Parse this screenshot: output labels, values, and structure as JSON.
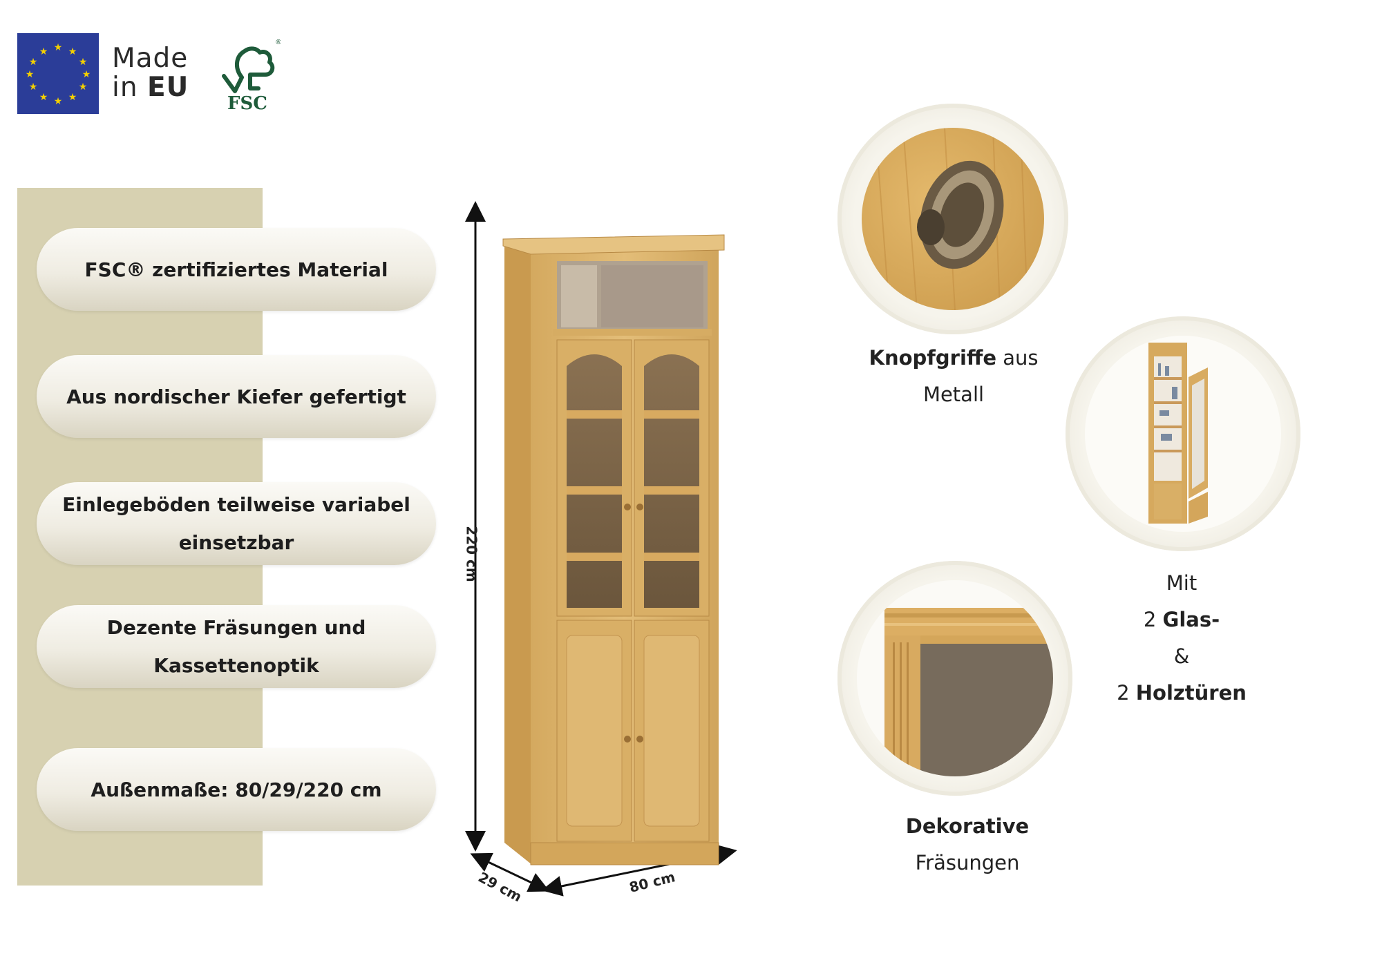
{
  "header": {
    "made_in_line1": "Made",
    "made_in_prefix": "in",
    "made_in_region": "EU",
    "fsc_logo_text": "FSC",
    "fsc_reg_mark": "®"
  },
  "features": [
    {
      "lines": [
        "FSC® zertifiziertes Material"
      ]
    },
    {
      "lines": [
        "Aus nordischer Kiefer gefertigt"
      ]
    },
    {
      "lines": [
        "Einlegeböden teilweise variabel",
        "einsetzbar"
      ]
    },
    {
      "lines": [
        "Dezente Fräsungen und",
        "Kassettenoptik"
      ]
    },
    {
      "lines": [
        "Außenmaße: 80/29/220 cm"
      ]
    }
  ],
  "dimensions": {
    "height": "220 cm",
    "depth": "29 cm",
    "width": "80 cm"
  },
  "details": {
    "knob": {
      "bold": "Knopfgriffe",
      "rest": "aus",
      "line2": "Metall"
    },
    "doors": {
      "line1": "Mit",
      "line2_num": "2",
      "line2_bold": "Glas-",
      "line3": "&",
      "line4_num": "2",
      "line4_bold": "Holztüren"
    },
    "milling": {
      "bold": "Dekorative",
      "line2": "Fräsungen"
    }
  },
  "colors": {
    "eu_blue": "#2b3d98",
    "eu_star": "#f4d000",
    "fsc_green": "#1e5b3a",
    "panel_beige": "#d7d1b1",
    "pine_wood": "#dcb36d"
  }
}
